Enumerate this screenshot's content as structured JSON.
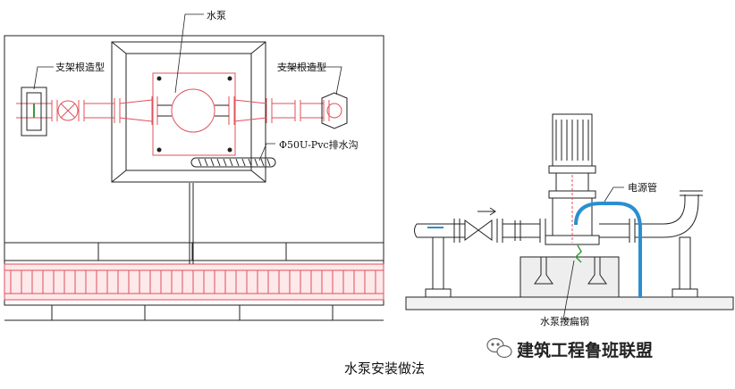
{
  "plan_view": {
    "pump_label": "水泵",
    "bracket_left_label": "支架根造型",
    "bracket_right_label": "支架根造型",
    "drain_label": "Φ50U-Pvc排水沟"
  },
  "elevation_view": {
    "power_conduit_label": "电源管",
    "pump_flat_steel_label": "水泵接扁钢"
  },
  "caption": "水泵安装做法",
  "watermark": {
    "text": "建筑工程鲁班联盟",
    "icon": "wechat-icon"
  },
  "colors": {
    "line": "#222222",
    "red": "#e0505a",
    "pink_fill": "#fde8ea",
    "blue": "#2a8fd0",
    "green": "#3a9a3a"
  }
}
